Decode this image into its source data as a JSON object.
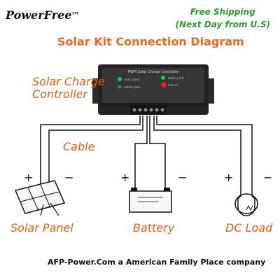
{
  "brand": {
    "name": "PowerFree",
    "trademark": "TM"
  },
  "shipping": {
    "line1": "Free Shipping",
    "line2": "(Next Day from U.S)"
  },
  "title": "Solar Kit Connection Diagram",
  "labels": {
    "controller_line1": "Solar Charge",
    "controller_line2": "Controller",
    "cable": "Cable",
    "solar_panel": "Solar Panel",
    "battery": "Battery",
    "dc_load": "DC Load"
  },
  "controller_face": {
    "title": "PWM Solar Charge Controller",
    "text1": "solar panel",
    "text2": "battery full",
    "text3": "load on",
    "text4": "battery low"
  },
  "signs": {
    "plus": "+",
    "minus": "−"
  },
  "footer": "AFP-Power.Com  a American Family Place company",
  "colors": {
    "accent_orange": "#e45e12",
    "shipping_green": "#2e9a2e",
    "controller_body": "#2b2b2b",
    "led_green": "#22c55e",
    "led_red": "#e11d2a"
  }
}
